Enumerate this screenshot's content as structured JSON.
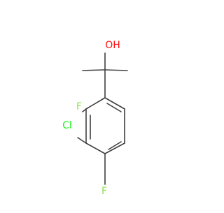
{
  "molecule": {
    "atoms": [
      {
        "id": "O",
        "label": "OH",
        "color": "#ff0d0d"
      },
      {
        "id": "F1",
        "label": "F",
        "color": "#90e050"
      },
      {
        "id": "Cl",
        "label": "Cl",
        "color": "#1ff01f"
      },
      {
        "id": "F2",
        "label": "F",
        "color": "#90e050"
      }
    ],
    "bond_color": "#404040"
  }
}
